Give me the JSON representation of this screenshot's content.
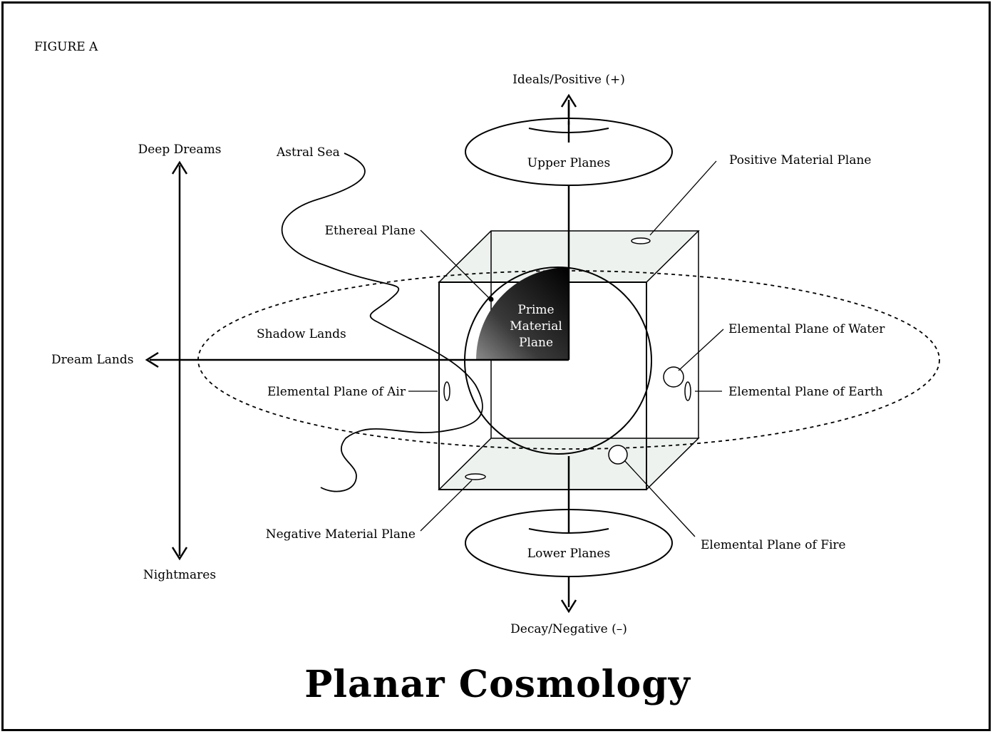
{
  "figure_label": "FIGURE A",
  "title": "Planar Cosmology",
  "axes": {
    "up": "Ideals/Positive (+)",
    "down": "Decay/Negative (–)",
    "dream_up": "Deep Dreams",
    "dream_down": "Nightmares",
    "dream_left": "Dream Lands"
  },
  "planes": {
    "upper": "Upper Planes",
    "lower": "Lower Planes",
    "astral_sea": "Astral Sea",
    "ethereal": "Ethereal Plane",
    "shadow_lands": "Shadow Lands",
    "prime_line1": "Prime",
    "prime_line2": "Material",
    "prime_line3": "Plane",
    "positive_material": "Positive Material Plane",
    "negative_material": "Negative Material Plane",
    "elemental_water": "Elemental Plane of Water",
    "elemental_earth": "Elemental Plane of Earth",
    "elemental_air": "Elemental Plane of Air",
    "elemental_fire": "Elemental Plane of Fire"
  },
  "colors": {
    "ink": "#000000",
    "cube_face": "#eef2ef",
    "prime_dark": "#1a1a1a"
  }
}
